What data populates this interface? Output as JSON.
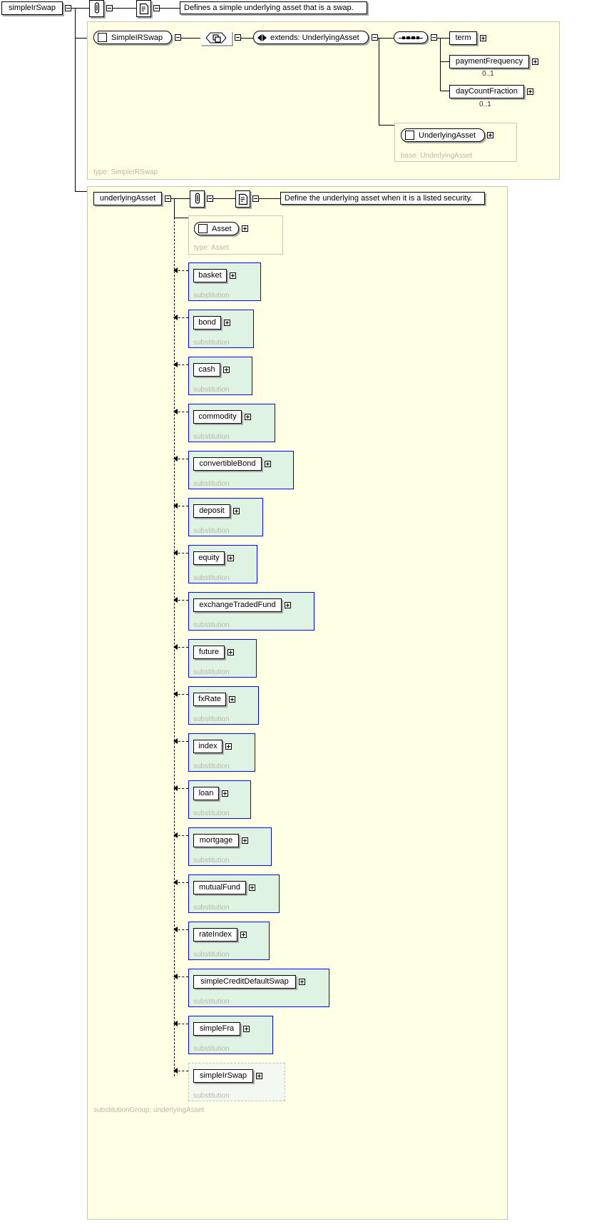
{
  "diagram": {
    "root": {
      "name": "simpleIrSwap",
      "annotation": "Defines a simple underlying asset that is a swap.",
      "attribute_icon": "paperclip-icon",
      "annotation_icon": "document-icon"
    },
    "type_section": {
      "type_name": "SimpleIRSwap",
      "type_label": "type: SimpleIRSwap",
      "extension_glyph": "extension-icon",
      "extends_label": "extends: UnderlyingAsset",
      "sequence_glyph": "sequence-icon",
      "children": [
        {
          "name": "term",
          "cardinality": ""
        },
        {
          "name": "paymentFrequency",
          "cardinality": "0..1"
        },
        {
          "name": "dayCountFraction",
          "cardinality": "0..1"
        }
      ],
      "base": {
        "name": "UnderlyingAsset",
        "label": "base: UnderlyingAsset"
      }
    },
    "substitution_section": {
      "name": "underlyingAsset",
      "annotation": "Define the underlying asset when it is a listed security.",
      "attribute_icon": "paperclip-icon",
      "annotation_icon": "document-icon",
      "footer_label": "substitutionGroup: underlyingAsset",
      "type_node": {
        "name": "Asset",
        "label": "type: Asset"
      },
      "substitution_label": "substitution",
      "members": [
        {
          "name": "basket"
        },
        {
          "name": "bond"
        },
        {
          "name": "cash"
        },
        {
          "name": "commodity"
        },
        {
          "name": "convertibleBond"
        },
        {
          "name": "deposit"
        },
        {
          "name": "equity"
        },
        {
          "name": "exchangeTradedFund"
        },
        {
          "name": "future"
        },
        {
          "name": "fxRate"
        },
        {
          "name": "index"
        },
        {
          "name": "loan"
        },
        {
          "name": "mortgage"
        },
        {
          "name": "mutualFund"
        },
        {
          "name": "rateIndex"
        },
        {
          "name": "simpleCreditDefaultSwap"
        },
        {
          "name": "simpleFra"
        },
        {
          "name": "simpleIrSwap",
          "current": true
        }
      ]
    },
    "colors": {
      "panel_yellow": "#feffe3",
      "panel_green": "#dff3e3",
      "green_border": "#0000ff",
      "ghost_text": "#b9b9a8"
    }
  }
}
